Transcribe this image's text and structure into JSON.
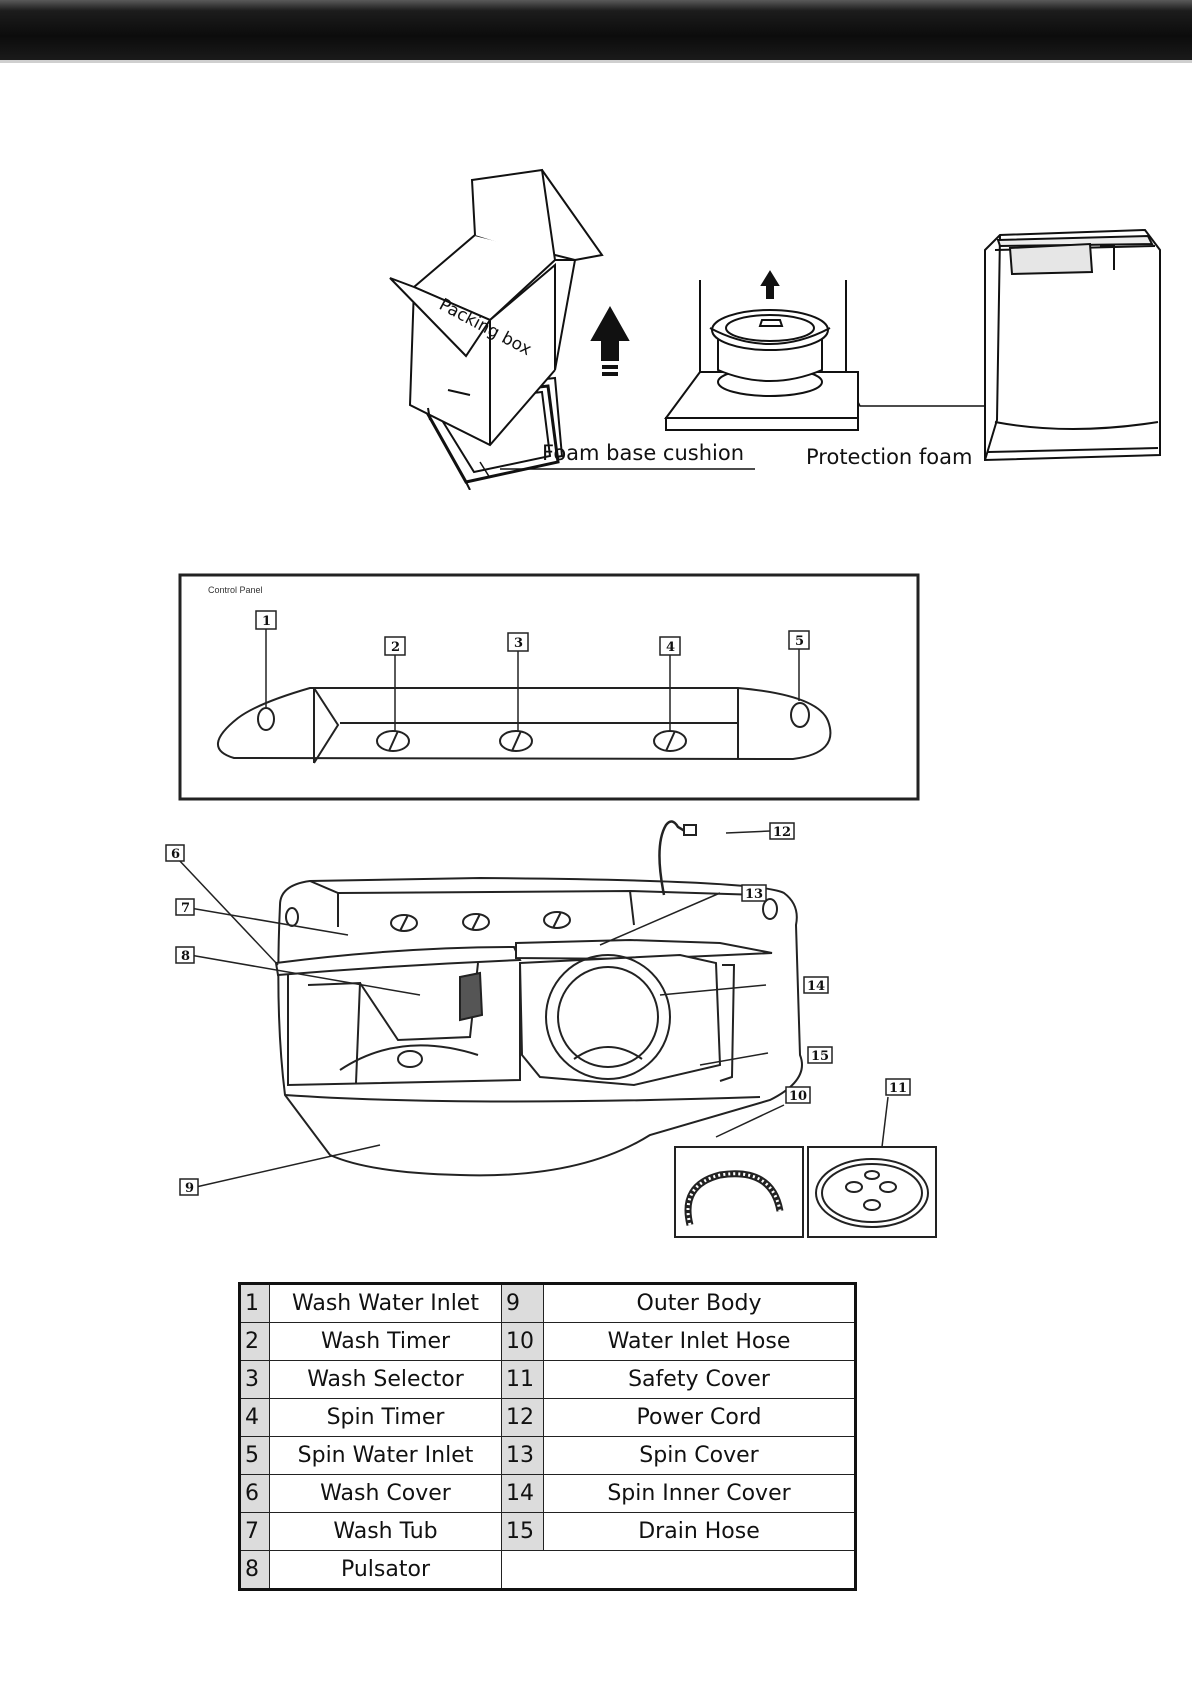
{
  "unpacking": {
    "packing_box_label": "Packing box",
    "foam_base_label": "Foam base cushion",
    "protection_foam_label": "Protection foam"
  },
  "control_panel": {
    "title": "Control Panel",
    "callouts": [
      "1",
      "2",
      "3",
      "4",
      "5"
    ]
  },
  "machine": {
    "callouts": [
      "6",
      "7",
      "8",
      "9",
      "10",
      "11",
      "12",
      "13",
      "14",
      "15"
    ]
  },
  "parts_table": {
    "rows": [
      {
        "n1": "1",
        "name1": "Wash Water Inlet",
        "n2": "9",
        "name2": "Outer Body"
      },
      {
        "n1": "2",
        "name1": "Wash Timer",
        "n2": "10",
        "name2": "Water Inlet Hose"
      },
      {
        "n1": "3",
        "name1": "Wash Selector",
        "n2": "11",
        "name2": "Safety Cover"
      },
      {
        "n1": "4",
        "name1": "Spin Timer",
        "n2": "12",
        "name2": "Power Cord"
      },
      {
        "n1": "5",
        "name1": "Spin Water Inlet",
        "n2": "13",
        "name2": "Spin Cover"
      },
      {
        "n1": "6",
        "name1": "Wash Cover",
        "n2": "14",
        "name2": "Spin Inner Cover"
      },
      {
        "n1": "7",
        "name1": "Wash Tub",
        "n2": "15",
        "name2": "Drain Hose"
      },
      {
        "n1": "8",
        "name1": "Pulsator",
        "n2": "",
        "name2": ""
      }
    ]
  }
}
